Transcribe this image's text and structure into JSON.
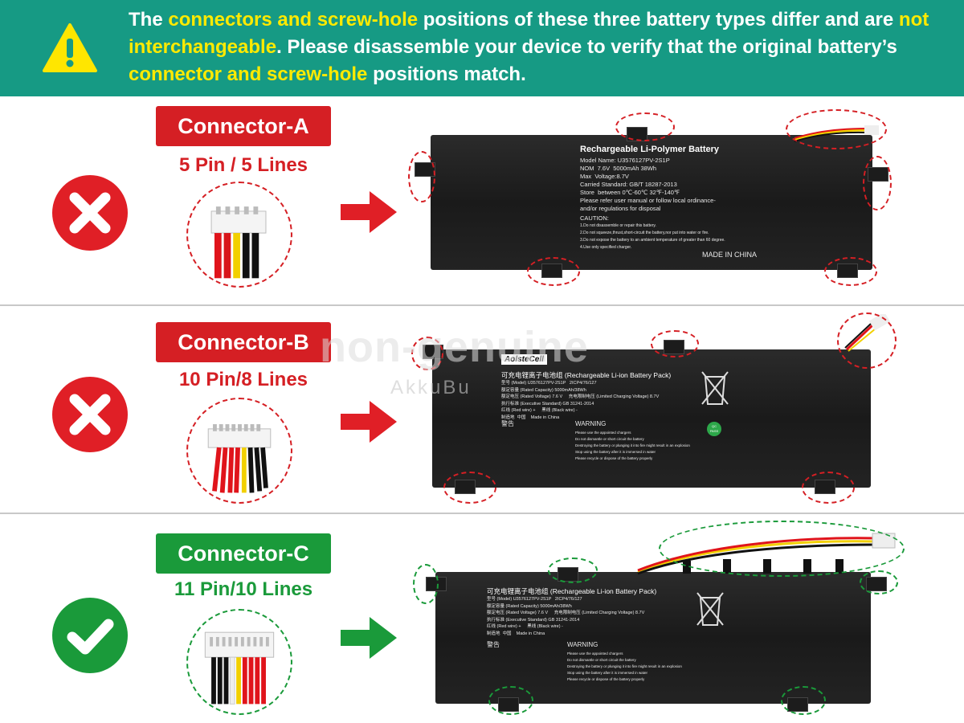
{
  "banner": {
    "seg1": "The ",
    "hl1": "connectors and screw-hole",
    "seg2": " positions of these three battery types differ and are ",
    "hl2": "not interchangeable",
    "seg3": ". Please disassemble your device to verify that the original battery’s ",
    "hl3": "connector and screw-hole",
    "seg4": " positions match.",
    "icon": "warning-triangle-icon",
    "bg_color": "#169a84",
    "highlight_color": "#ffea00"
  },
  "rows": [
    {
      "connector": "Connector-A",
      "pins": "5 Pin / 5 Lines",
      "status": "incompatible",
      "status_icon": "red-x-icon",
      "label_color": "#d51f24",
      "battery": {
        "title": "Rechargeable Li-Polymer Battery",
        "lines": "Model Name: U3576127PV-2S1P\nNOM  7.6V  5000mAh 38Wh\nMax  Voltage:8.7V\nCarried Standard: GB/T 18287-2013\nStore  between 0℃-60℃ 32℉-140℉\nPlease refer user manual or follow local ordinance-\nand/or regulations for disposal",
        "caution": "CAUTION:",
        "caution_lines": "1.Do not disassemble or repair this battery.\n2.Do not squeeze,thrust,short-circuit the battery,nor put into water or fire.\n3.Do not expose the battery to an ambient temperature of greater than 60 degree.\n4.Use only specified charger.",
        "made_in": "MADE IN CHINA"
      }
    },
    {
      "connector": "Connector-B",
      "pins": "10 Pin/8 Lines",
      "status": "incompatible",
      "status_icon": "red-x-icon",
      "label_color": "#d51f24",
      "battery": {
        "brand": "AolsteCell",
        "title": "可充电锂离子电池组 (Rechargeable Li-ion Battery Pack)",
        "lines": "型号 (Model) U3576127PV-2S1P   2ICP4/76/127\n额定容量 (Rated Capacity) 5000mAh/38Wh\n额定电压 (Rated Voltage) 7.6 V     充电限制电压 (Limited Charging Voltage) 8.7V\n执行标准 (Executive Standard) GB 31241-2014\n红线 (Red wire) +     黑线 (Black wire) -\n制造地  中国    Made in China",
        "warn_cn": "警告",
        "warn_en": "WARNING",
        "warn_lines": "Please use the appointed chargers\nDo not dismantle or short circuit the battery\nDestroying the battery or plunging it into fire might result in an explosion\nStop using the battery after it is immersed in water\nPlease recycle or dispose of the battery properly",
        "qc": "QC\nPASS"
      },
      "watermark": "non-genuine",
      "watermark_sub": "AkkuBu"
    },
    {
      "connector": "Connector-C",
      "pins": "11 Pin/10 Lines",
      "status": "compatible",
      "status_icon": "green-check-icon",
      "label_color": "#1a9a3a",
      "battery": {
        "title": "可充电锂离子电池组 (Rechargeable Li-ion Battery Pack)",
        "lines": "型号 (Model) U3576127PV-2S1P   2ICP4/76/127\n额定容量 (Rated Capacity) 5000mAh/38Wh\n额定电压 (Rated Voltage) 7.6 V     充电限制电压 (Limited Charging Voltage) 8.7V\n执行标准 (Executive Standard) GB 31241-2014\n红线 (Red wire) +     黑线 (Black wire) -\n制造地  中国    Made in China",
        "warn_cn": "警告",
        "warn_en": "WARNING",
        "warn_lines": "Please use the appointed chargers\nDo not dismantle or short circuit the battery\nDestroying the battery or plunging it into fire might result in an explosion\nStop using the battery after it is immersed in water\nPlease recycle or dispose of the battery properly"
      }
    }
  ]
}
